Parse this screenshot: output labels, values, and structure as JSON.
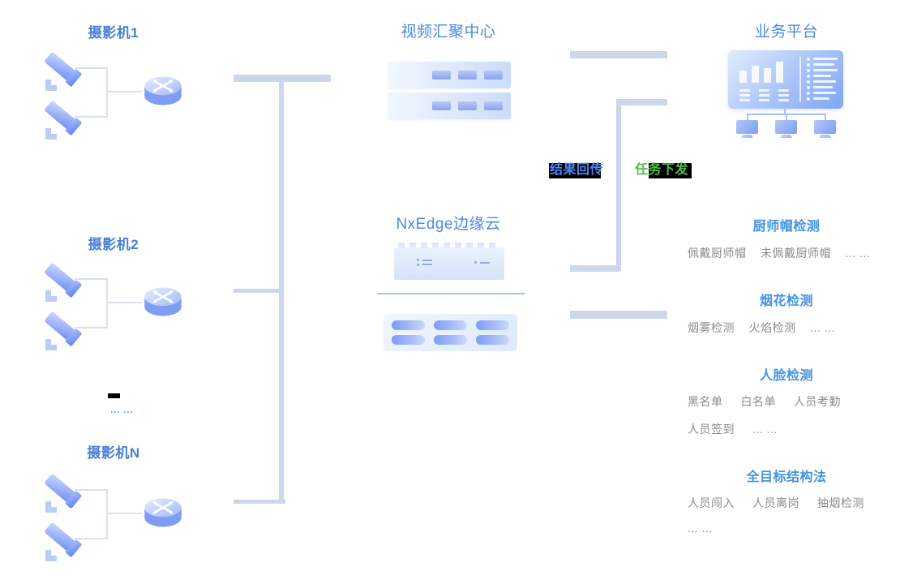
{
  "palette": {
    "node_title": "#4a7fd4",
    "detect_heading": "#4292e5",
    "item_text": "#8b8b90",
    "trunk_line": "#ccd8e9",
    "bracket_line": "#dbe1ec",
    "flow_result_color": "#4d86f8",
    "flow_task_color": "#4fc047",
    "highlight_bg": "#000000",
    "icon_blue_light": "#c9d7fb",
    "icon_blue_deep": "#6e8ff7"
  },
  "camera_groups": [
    {
      "label": "摄影机1"
    },
    {
      "label": "摄影机2"
    },
    {
      "label": "摄影机N"
    }
  ],
  "camera_more_ellipsis": "... ...",
  "center": {
    "video_hub_title": "视频汇聚中心",
    "edge_title": "NxEdge边缘云"
  },
  "platform": {
    "title": "业务平台"
  },
  "flows": {
    "result_back": "结果回传",
    "task_dispatch": "任务下发"
  },
  "detections": [
    {
      "title": "厨师帽检测",
      "lines": [
        "佩戴厨师帽    未佩戴厨师帽    ... ..."
      ]
    },
    {
      "title": "烟花检测",
      "lines": [
        "烟雾检测    火焰检测    ... ..."
      ]
    },
    {
      "title": "人脸检测",
      "lines": [
        "黑名单     白名单     人员考勤",
        "人员签到     ... ..."
      ]
    },
    {
      "title": "全目标结构法",
      "lines": [
        "人员闯入     人员离岗     抽烟检测",
        "... ..."
      ]
    }
  ]
}
